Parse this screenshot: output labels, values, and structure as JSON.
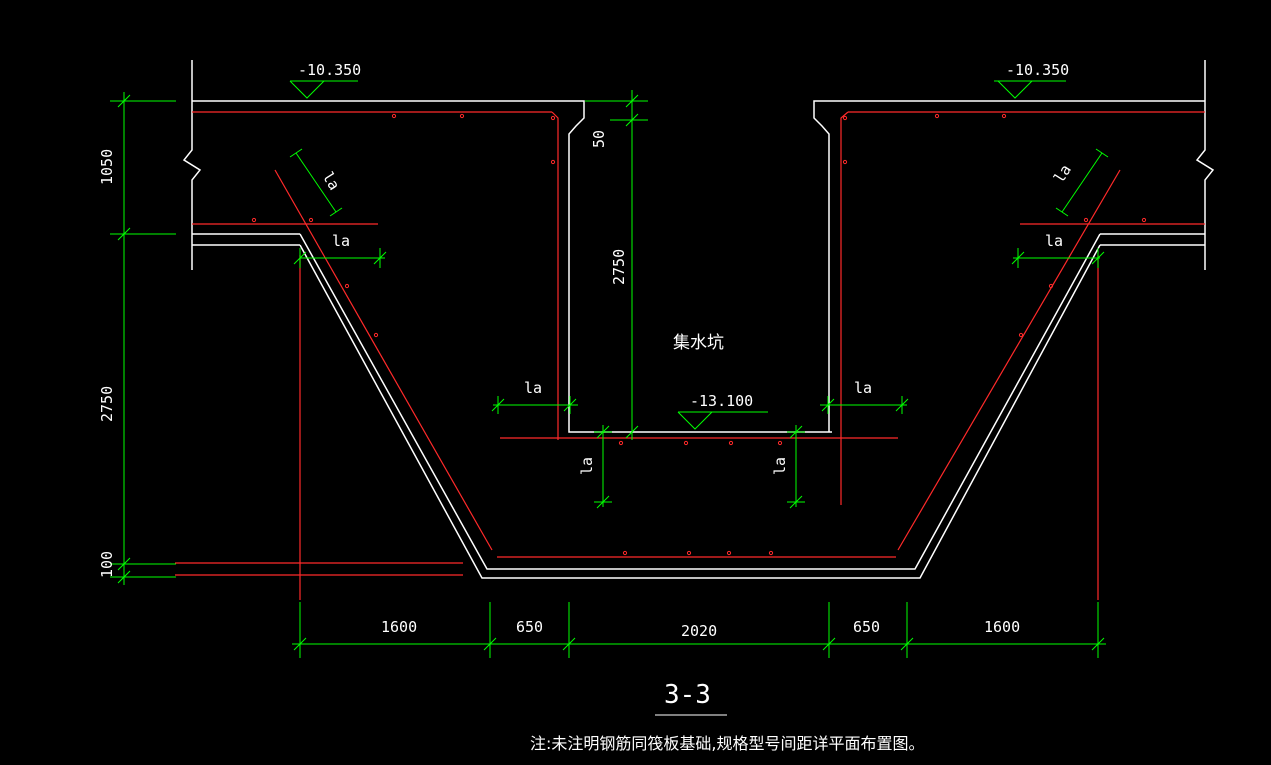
{
  "drawing": {
    "title": "3-3",
    "note": "注:未注明钢筋同筏板基础,规格型号间距详平面布置图。",
    "pit_label": "集水坑",
    "colors": {
      "background": "#000000",
      "concrete_line": "#ffffff",
      "rebar": "#ff2a2a",
      "dimension": "#00ff00",
      "text": "#ffffff"
    }
  },
  "elevations": {
    "top_left": "-10.350",
    "top_right": "-10.350",
    "pit_bottom": "-13.100"
  },
  "dimensions": {
    "left_top_thickness": "1050",
    "left_depth": "2750",
    "left_bottom": "100",
    "inner_top": "50",
    "inner_depth": "2750",
    "bottom_segments": [
      "1600",
      "650",
      "2020",
      "650",
      "1600"
    ]
  },
  "anchor_labels": {
    "la_slope_left": "la",
    "la_horizontal_left": "la",
    "la_slope_right": "la",
    "la_horizontal_right": "la",
    "la_inner_left": "la",
    "la_inner_right": "la",
    "la_vertical_left": "la",
    "la_vertical_right": "la"
  }
}
